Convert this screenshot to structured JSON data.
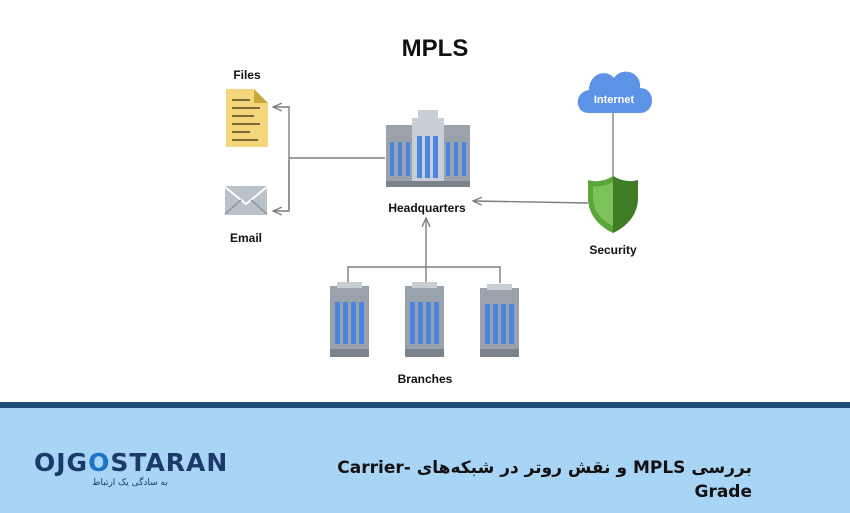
{
  "diagram": {
    "title": "MPLS",
    "nodes": {
      "files": "Files",
      "email": "Email",
      "headquarters": "Headquarters",
      "internet": "Internet",
      "security": "Security",
      "branches": "Branches"
    }
  },
  "footer": {
    "logo": {
      "part1": "OJG",
      "accent": "O",
      "part2": "STARAN",
      "tagline": "به سادگی یک ارتباط"
    },
    "title": "بررسی MPLS و نقش روتر در شبکه‌های Carrier-Grade"
  },
  "colors": {
    "footer_bg": "#a8d4f6",
    "footer_rule": "#1f4d7a",
    "building_blue": "#4a86e0",
    "shield_green": "#5aa63a",
    "cloud_blue": "#5d93e6"
  }
}
